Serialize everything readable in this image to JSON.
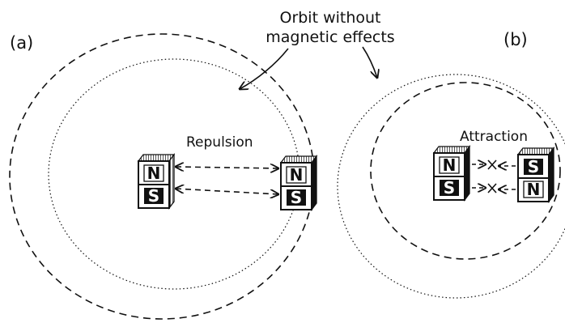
{
  "panel_a": {
    "label": "(a)",
    "force_label": "Repulsion",
    "left_magnet": {
      "top_pole": "N",
      "bottom_pole": "S"
    },
    "right_magnet": {
      "top_pole": "N",
      "bottom_pole": "S"
    }
  },
  "panel_b": {
    "label": "(b)",
    "force_label": "Attraction",
    "left_magnet": {
      "top_pole": "N",
      "bottom_pole": "S"
    },
    "right_magnet": {
      "top_pole": "S",
      "bottom_pole": "N"
    }
  },
  "annotation": {
    "line1": "Orbit without",
    "line2": "magnetic effects"
  }
}
